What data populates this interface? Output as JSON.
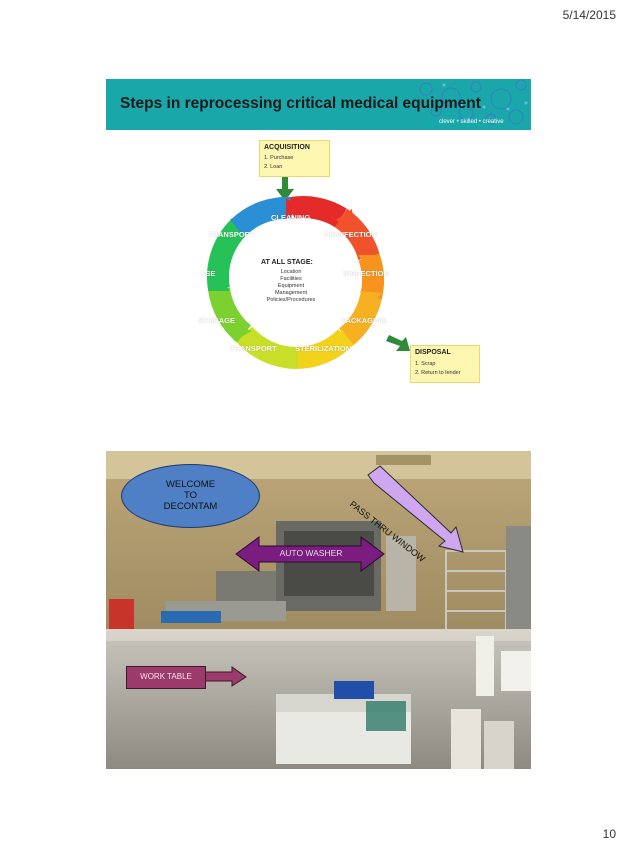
{
  "header": {
    "date": "5/14/2015"
  },
  "footer": {
    "page_number": "10"
  },
  "slide1": {
    "title": "Steps in reprocessing critical medical equipment",
    "tagline": "clever • skilled • creative",
    "acquisition": {
      "title": "ACQUISITION",
      "items": [
        "1. Purchase",
        "2. Loan"
      ]
    },
    "disposal": {
      "title": "DISPOSAL",
      "items": [
        "1. Scrap",
        "2. Return to lender"
      ]
    },
    "cycle_stages": {
      "cleaning": "CLEANING",
      "disinfection": "DISINFECTION",
      "inspection": "INSPECTION",
      "packaging": "PACKAGING",
      "sterilization": "STERILIZATION",
      "transport_bottom": "TRANSPORT",
      "storage": "STORAGE",
      "use": "USE",
      "transport_top": "TRANSPORT"
    },
    "center": {
      "title": "AT ALL STAGE:",
      "items": [
        "Location",
        "Facilities",
        "Equipment",
        "Management",
        "Policies/Procedures"
      ]
    },
    "colors": {
      "banner": "#1aa7a9",
      "note": "#fdf6b0"
    }
  },
  "slide2": {
    "welcome": "WELCOME TO DECONTAM",
    "welcome_lines": [
      "WELCOME",
      "TO",
      "DECONTAM"
    ],
    "auto_washer": "AUTO WASHER",
    "pass_thru": "PASS THRU WINDOW",
    "work_table": "WORK TABLE",
    "colors": {
      "welcome": "#4f7fc4",
      "auto_washer_arrow": "#7a1c80",
      "pass_thru_arrow": "#cfa6f0",
      "work_table": "#9b3a6b"
    }
  }
}
